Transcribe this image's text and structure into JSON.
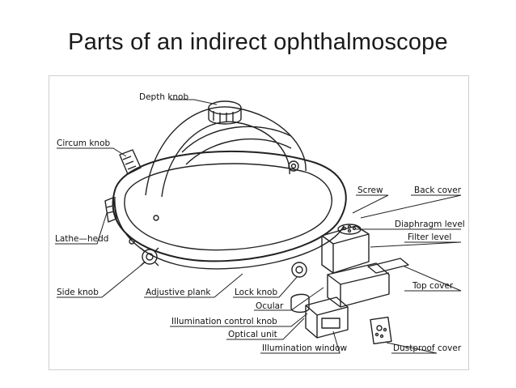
{
  "slide": {
    "title": "Parts of an indirect ophthalmoscope"
  },
  "diagram": {
    "labels": {
      "depth_knob": "Depth knob",
      "circum_knob": "Circum knob",
      "lathe_hedd": "Lathe—hedd",
      "side_knob": "Side knob",
      "adjustive_plank": "Adjustive plank",
      "lock_knob": "Lock knob",
      "ocular": "Ocular",
      "illumination_control_knob": "Illumination control knob",
      "optical_unit": "Optical unit",
      "illumination_window": "Illumination window",
      "dustproof_cover": "Dustproof cover",
      "top_cover": "Top cover",
      "filter_level": "Filter level",
      "diaphragm_level": "Diaphragm level",
      "back_cover": "Back cover",
      "screw": "Screw"
    }
  }
}
